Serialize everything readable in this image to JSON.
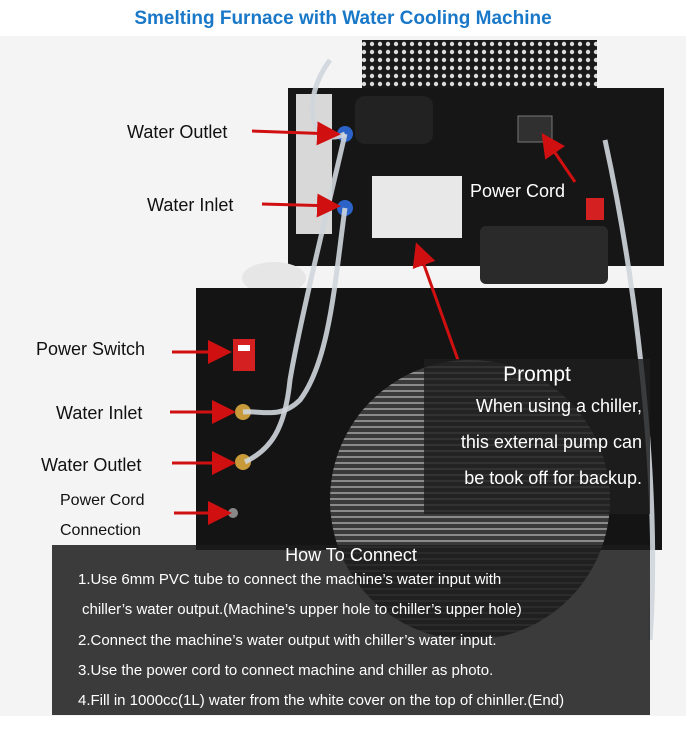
{
  "title": "Smelting Furnace with Water Cooling Machine",
  "labels": {
    "water_outlet_top": "Water Outlet",
    "water_inlet_top": "Water Inlet",
    "power_cord_top": "Power Cord",
    "power_switch": "Power Switch",
    "water_inlet_bottom": "Water Inlet",
    "water_outlet_bottom": "Water Outlet",
    "power_cord_conn_line1": "Power Cord",
    "power_cord_conn_line2": "Connection"
  },
  "prompt": {
    "heading": "Prompt",
    "lines": [
      "When using a chiller,",
      "this external pump can",
      "be took off for backup."
    ]
  },
  "howto": {
    "heading": "How To Connect",
    "steps": [
      "1.Use 6mm PVC tube to connect the machine’s water input with",
      "chiller’s water output.(Machine’s upper hole to chiller’s upper hole)",
      "2.Connect the machine’s water output with chiller’s water input.",
      "3.Use the power cord to connect machine and chiller as photo.",
      "4.Fill in 1000cc(1L) water from the white cover on the top of chinller.(End)"
    ]
  },
  "colors": {
    "title": "#1a78c8",
    "arrow": "#d01010",
    "switch": "#d42020"
  }
}
